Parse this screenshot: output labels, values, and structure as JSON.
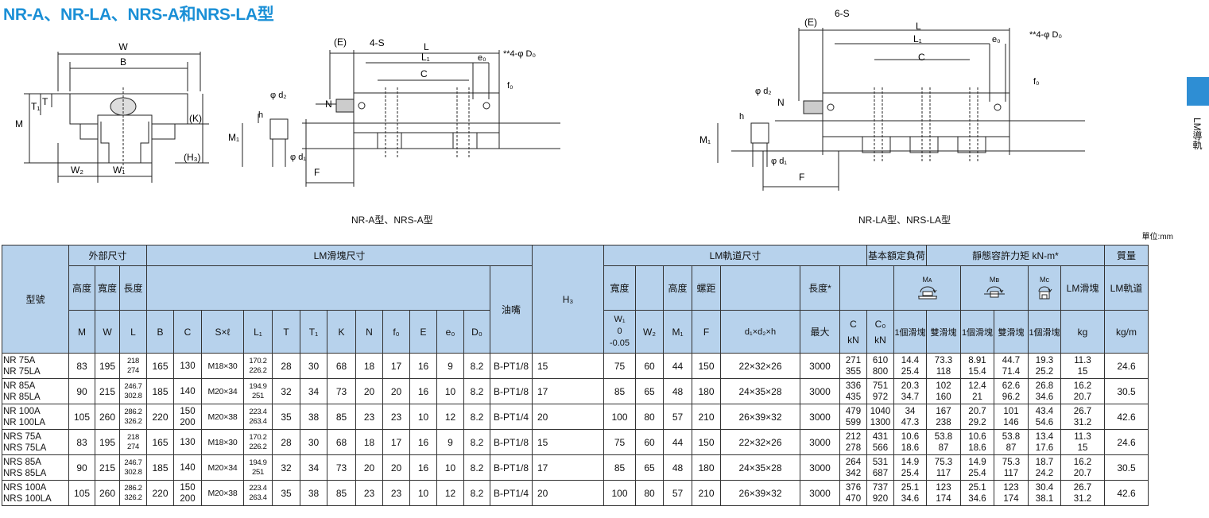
{
  "title": "NR-A、NR-LA、NRS-A和NRS-LA型",
  "side_label": "LM導軌",
  "captions": {
    "left": "NR-A型、NRS-A型",
    "right": "NR-LA型、NRS-LA型"
  },
  "unit": "單位:mm",
  "drawing_left_end": {
    "W": "W",
    "B": "B",
    "M": "M",
    "T1": "T₁",
    "T": "T",
    "K": "(K)",
    "H3": "(H₃)",
    "W2": "W₂",
    "W1": "W₁"
  },
  "drawing_left_side": {
    "E": "(E)",
    "S": "4-S",
    "L": "L",
    "L1": "L₁",
    "e0": "e₀",
    "D0": "**4-φ D₀",
    "C": "C",
    "f0": "f₀",
    "N": "N",
    "d2": "φ d₂",
    "h": "h",
    "M1": "M₁",
    "d1": "φ d₁",
    "F": "F"
  },
  "drawing_right_side": {
    "E": "(E)",
    "S": "6-S",
    "L": "L",
    "L1": "L₁",
    "e0": "e₀",
    "D0": "**4-φ D₀",
    "C": "C",
    "f0": "f₀",
    "N": "N",
    "d2": "φ d₂",
    "h": "h",
    "M1": "M₁",
    "d1": "φ d₁",
    "F": "F"
  },
  "table": {
    "groups": {
      "model": "型號",
      "outer": "外部尺寸",
      "block": "LM滑塊尺寸",
      "rail": "LM軌道尺寸",
      "load": "基本額定負荷",
      "moment": "靜態容許力矩 kN-m*",
      "mass": "質量"
    },
    "outer_heads": {
      "height": "高度",
      "width": "寬度",
      "length": "長度"
    },
    "rail_heads": {
      "width": "寬度",
      "height": "高度",
      "pitch": "螺距",
      "length": "長度*"
    },
    "grease": "油嘴",
    "mass_heads": {
      "block": "LM滑塊",
      "rail": "LM軌道"
    },
    "moment_heads": {
      "ma": "Mᴀ",
      "mb": "Mʙ",
      "mc": "Mᴄ",
      "single": "1個滑塊",
      "double": "雙滑塊"
    },
    "sym": {
      "M": "M",
      "W": "W",
      "L": "L",
      "B": "B",
      "C": "C",
      "SxL": "S×ℓ",
      "L1": "L₁",
      "T": "T",
      "T1": "T₁",
      "K": "K",
      "N": "N",
      "f0": "f₀",
      "E": "E",
      "e0": "e₀",
      "D0": "D₀",
      "H3": "H₃",
      "W1a": "W₁",
      "W1b": "0",
      "W1c": "-0.05",
      "W2": "W₂",
      "M1": "M₁",
      "F": "F",
      "d": "d₁×d₂×h",
      "max": "最大",
      "Ck": "C",
      "C0": "C₀",
      "kN1": "kN",
      "kN2": "kN",
      "kg": "kg",
      "kgm": "kg/m"
    },
    "rows": [
      {
        "m1": "NR 75A",
        "m2": "NR 75LA",
        "M": "83",
        "W": "195",
        "L1v": "218",
        "L2v": "274",
        "B": "165",
        "Ca": "130",
        "Cb": "",
        "S": "M18×30",
        "La": "170.2",
        "Lb": "226.2",
        "T": "28",
        "T1": "30",
        "K": "68",
        "N": "18",
        "f0": "17",
        "E": "16",
        "e0": "9",
        "D0": "8.2",
        "gr": "B-PT1/8",
        "H3": "15",
        "W1": "75",
        "W2": "60",
        "M1": "44",
        "F": "150",
        "d": "22×32×26",
        "max": "3000",
        "Ca1": "271",
        "Ca2": "355",
        "C0a": "610",
        "C0b": "800",
        "MA1a": "14.4",
        "MA1b": "25.4",
        "MA2a": "73.3",
        "MA2b": "118",
        "MB1a": "8.91",
        "MB1b": "15.4",
        "MB2a": "44.7",
        "MB2b": "71.4",
        "MCa": "19.3",
        "MCb": "25.2",
        "kga": "11.3",
        "kgb": "15",
        "kgm": "24.6"
      },
      {
        "m1": "NR 85A",
        "m2": "NR 85LA",
        "M": "90",
        "W": "215",
        "L1v": "246.7",
        "L2v": "302.8",
        "B": "185",
        "Ca": "140",
        "Cb": "",
        "S": "M20×34",
        "La": "194.9",
        "Lb": "251",
        "T": "32",
        "T1": "34",
        "K": "73",
        "N": "20",
        "f0": "20",
        "E": "16",
        "e0": "10",
        "D0": "8.2",
        "gr": "B-PT1/8",
        "H3": "17",
        "W1": "85",
        "W2": "65",
        "M1": "48",
        "F": "180",
        "d": "24×35×28",
        "max": "3000",
        "Ca1": "336",
        "Ca2": "435",
        "C0a": "751",
        "C0b": "972",
        "MA1a": "20.3",
        "MA1b": "34.7",
        "MA2a": "102",
        "MA2b": "160",
        "MB1a": "12.4",
        "MB1b": "21",
        "MB2a": "62.6",
        "MB2b": "96.2",
        "MCa": "26.8",
        "MCb": "34.6",
        "kga": "16.2",
        "kgb": "20.7",
        "kgm": "30.5"
      },
      {
        "m1": "NR 100A",
        "m2": "NR 100LA",
        "M": "105",
        "W": "260",
        "L1v": "286.2",
        "L2v": "326.2",
        "B": "220",
        "Ca": "150",
        "Cb": "200",
        "S": "M20×38",
        "La": "223.4",
        "Lb": "263.4",
        "T": "35",
        "T1": "38",
        "K": "85",
        "N": "23",
        "f0": "23",
        "E": "10",
        "e0": "12",
        "D0": "8.2",
        "gr": "B-PT1/4",
        "H3": "20",
        "W1": "100",
        "W2": "80",
        "M1": "57",
        "F": "210",
        "d": "26×39×32",
        "max": "3000",
        "Ca1": "479",
        "Ca2": "599",
        "C0a": "1040",
        "C0b": "1300",
        "MA1a": "34",
        "MA1b": "47.3",
        "MA2a": "167",
        "MA2b": "238",
        "MB1a": "20.7",
        "MB1b": "29.2",
        "MB2a": "101",
        "MB2b": "146",
        "MCa": "43.4",
        "MCb": "54.6",
        "kga": "26.7",
        "kgb": "31.2",
        "kgm": "42.6"
      },
      {
        "m1": "NRS 75A",
        "m2": "NRS 75LA",
        "M": "83",
        "W": "195",
        "L1v": "218",
        "L2v": "274",
        "B": "165",
        "Ca": "130",
        "Cb": "",
        "S": "M18×30",
        "La": "170.2",
        "Lb": "226.2",
        "T": "28",
        "T1": "30",
        "K": "68",
        "N": "18",
        "f0": "17",
        "E": "16",
        "e0": "9",
        "D0": "8.2",
        "gr": "B-PT1/8",
        "H3": "15",
        "W1": "75",
        "W2": "60",
        "M1": "44",
        "F": "150",
        "d": "22×32×26",
        "max": "3000",
        "Ca1": "212",
        "Ca2": "278",
        "C0a": "431",
        "C0b": "566",
        "MA1a": "10.6",
        "MA1b": "18.6",
        "MA2a": "53.8",
        "MA2b": "87",
        "MB1a": "10.6",
        "MB1b": "18.6",
        "MB2a": "53.8",
        "MB2b": "87",
        "MCa": "13.4",
        "MCb": "17.6",
        "kga": "11.3",
        "kgb": "15",
        "kgm": "24.6"
      },
      {
        "m1": "NRS 85A",
        "m2": "NRS 85LA",
        "M": "90",
        "W": "215",
        "L1v": "246.7",
        "L2v": "302.8",
        "B": "185",
        "Ca": "140",
        "Cb": "",
        "S": "M20×34",
        "La": "194.9",
        "Lb": "251",
        "T": "32",
        "T1": "34",
        "K": "73",
        "N": "20",
        "f0": "20",
        "E": "16",
        "e0": "10",
        "D0": "8.2",
        "gr": "B-PT1/8",
        "H3": "17",
        "W1": "85",
        "W2": "65",
        "M1": "48",
        "F": "180",
        "d": "24×35×28",
        "max": "3000",
        "Ca1": "264",
        "Ca2": "342",
        "C0a": "531",
        "C0b": "687",
        "MA1a": "14.9",
        "MA1b": "25.4",
        "MA2a": "75.3",
        "MA2b": "117",
        "MB1a": "14.9",
        "MB1b": "25.4",
        "MB2a": "75.3",
        "MB2b": "117",
        "MCa": "18.7",
        "MCb": "24.2",
        "kga": "16.2",
        "kgb": "20.7",
        "kgm": "30.5"
      },
      {
        "m1": "NRS 100A",
        "m2": "NRS 100LA",
        "M": "105",
        "W": "260",
        "L1v": "286.2",
        "L2v": "326.2",
        "B": "220",
        "Ca": "150",
        "Cb": "200",
        "S": "M20×38",
        "La": "223.4",
        "Lb": "263.4",
        "T": "35",
        "T1": "38",
        "K": "85",
        "N": "23",
        "f0": "23",
        "E": "10",
        "e0": "12",
        "D0": "8.2",
        "gr": "B-PT1/4",
        "H3": "20",
        "W1": "100",
        "W2": "80",
        "M1": "57",
        "F": "210",
        "d": "26×39×32",
        "max": "3000",
        "Ca1": "376",
        "Ca2": "470",
        "C0a": "737",
        "C0b": "920",
        "MA1a": "25.1",
        "MA1b": "34.6",
        "MA2a": "123",
        "MA2b": "174",
        "MB1a": "25.1",
        "MB1b": "34.6",
        "MB2a": "123",
        "MB2b": "174",
        "MCa": "30.4",
        "MCb": "38.1",
        "kga": "26.7",
        "kgb": "31.2",
        "kgm": "42.6"
      }
    ]
  }
}
